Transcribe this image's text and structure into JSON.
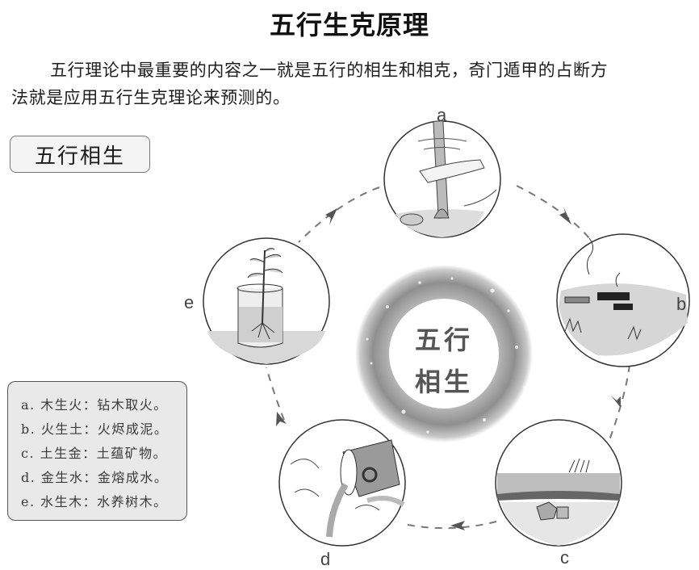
{
  "page": {
    "title": "五行生克原理",
    "intro_line1": "五行理论中最重要的内容之一就是五行的相生和相克，奇门遁甲的占断方",
    "intro_line2": "法就是应用五行生克理论来预测的。"
  },
  "section": {
    "label": "五行相生"
  },
  "diagram": {
    "center_line1": "五行",
    "center_line2": "相生",
    "nodes": [
      {
        "id": "a",
        "label": "a",
        "depicts": "drilling-wood-for-fire"
      },
      {
        "id": "b",
        "label": "b",
        "depicts": "burnt-ground-ashes"
      },
      {
        "id": "c",
        "label": "c",
        "depicts": "minerals-in-earth"
      },
      {
        "id": "d",
        "label": "d",
        "depicts": "molten-metal-pouring"
      },
      {
        "id": "e",
        "label": "e",
        "depicts": "plant-in-water-beaker"
      }
    ],
    "flow": [
      "a→b",
      "b→c",
      "c→d",
      "d→e",
      "e→a"
    ],
    "colors": {
      "ring": "#9a9a9a",
      "arrow": "#555555",
      "line": "#333333"
    }
  },
  "legend": {
    "items": [
      {
        "label": "a. 木生火：钻木取火。"
      },
      {
        "label": "b. 火生土：火烬成泥。"
      },
      {
        "label": "c. 土生金：土蕴矿物。"
      },
      {
        "label": "d. 金生水：金熔成水。"
      },
      {
        "label": "e. 水生木：水养树木。"
      }
    ]
  }
}
